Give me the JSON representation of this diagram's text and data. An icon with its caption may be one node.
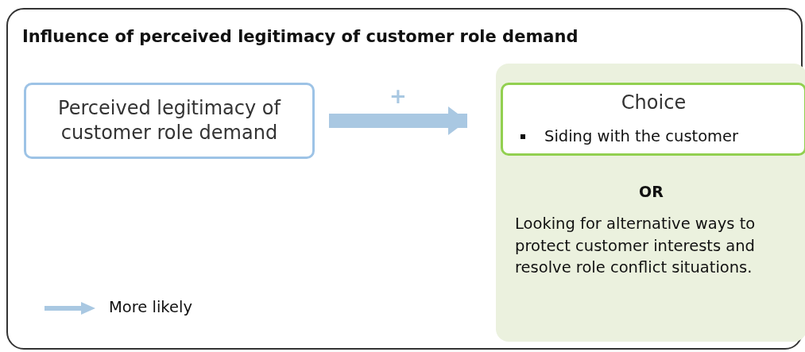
{
  "diagram": {
    "nodes": [
      {
        "text": [
          "Influence of perceived legitimacy of customer role demand"
        ]
      },
      {
        "text": [
          "Perceived legitimacy of customer role demand"
        ],
        "in": 0
      },
      {
        "text": [
          "OR",
          "Looking for alternative ways to protect customer interests and resolve role conflict situations."
        ],
        "in": 0
      },
      {
        "text": [
          "Choice",
          "Siding with the customer"
        ],
        "in": 2
      }
    ],
    "edges": [
      {
        "from": 1,
        "to": 3,
        "arrow": "to",
        "label": "+"
      }
    ],
    "legend": [
      {
        "text": "More likely"
      }
    ]
  }
}
